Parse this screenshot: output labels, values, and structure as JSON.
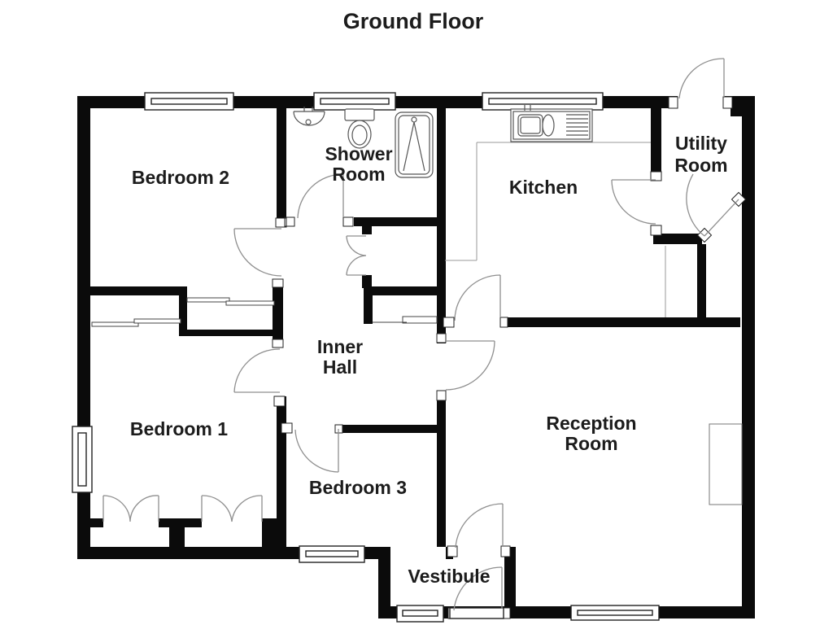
{
  "title": "Ground Floor",
  "plan": {
    "rooms": {
      "bedroom2": {
        "label": "Bedroom 2"
      },
      "shower_room": {
        "line1": "Shower",
        "line2": "Room"
      },
      "kitchen": {
        "label": "Kitchen"
      },
      "utility_room": {
        "line1": "Utility",
        "line2": "Room"
      },
      "inner_hall": {
        "line1": "Inner",
        "line2": "Hall"
      },
      "bedroom1": {
        "label": "Bedroom 1"
      },
      "bedroom3": {
        "label": "Bedroom 3"
      },
      "reception_room": {
        "line1": "Reception",
        "line2": "Room"
      },
      "vestibule": {
        "label": "Vestibule"
      }
    },
    "fixtures": {
      "wash_basin": "wash-basin",
      "toilet": "toilet",
      "shower_cubicle": "shower-cubicle",
      "kitchen_sink": "kitchen-sink-unit",
      "chimney_breast": "chimney-breast",
      "wardrobes": "built-in-wardrobes"
    },
    "colors": {
      "wall": "#0b0b0b",
      "background": "#ffffff",
      "door_swing": "#8f8f8f",
      "fixture_line": "#555555",
      "text": "#1c1c1c"
    }
  }
}
